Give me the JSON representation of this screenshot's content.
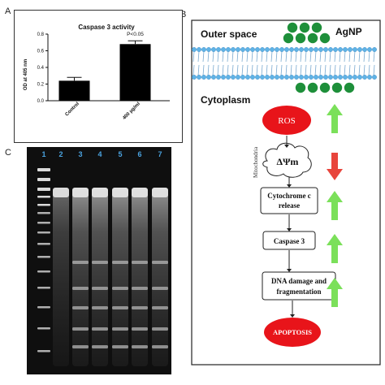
{
  "panels": {
    "a_label": "A",
    "b_label": "B",
    "c_label": "C"
  },
  "chart_data": {
    "type": "bar",
    "title": "Caspase 3 activity",
    "ylabel": "OD at 405 nm",
    "xlabel": "",
    "categories": [
      "Control",
      "400 µg/ml"
    ],
    "values": [
      0.24,
      0.68
    ],
    "errors": [
      0.04,
      0.04
    ],
    "ylim": [
      0.0,
      0.8
    ],
    "yticks": [
      "0.0",
      "0.2",
      "0.4",
      "0.6",
      "0.8"
    ],
    "annotations": [
      {
        "category": "400 µg/ml",
        "text": "P<0.05"
      }
    ],
    "bar_color": "#000000",
    "grid": false
  },
  "pathway": {
    "outer_space": "Outer space",
    "agnp": "AgNP",
    "cytoplasm": "Cytoplasm",
    "mitochondria": "Mitochondria",
    "steps": [
      {
        "text": "ROS",
        "arrow": "up"
      },
      {
        "text": "ΔΨm",
        "arrow": "down"
      },
      {
        "text": "Cytochrome c",
        "text2": "release",
        "arrow": "up"
      },
      {
        "text": "Caspase 3",
        "arrow": "up"
      },
      {
        "text": "DNA damage and",
        "text2": "fragmentation",
        "arrow": "up"
      },
      {
        "text": "APOPTOSIS",
        "arrow": ""
      }
    ],
    "colors": {
      "red": "#e8141a",
      "green": "#1e8f3a",
      "up_arrow": "#7be05a",
      "down_arrow": "#e8453c"
    }
  },
  "gel": {
    "lanes": [
      "1",
      "2",
      "3",
      "4",
      "5",
      "6",
      "7"
    ],
    "lane_label_color": "#4aa3e0"
  }
}
